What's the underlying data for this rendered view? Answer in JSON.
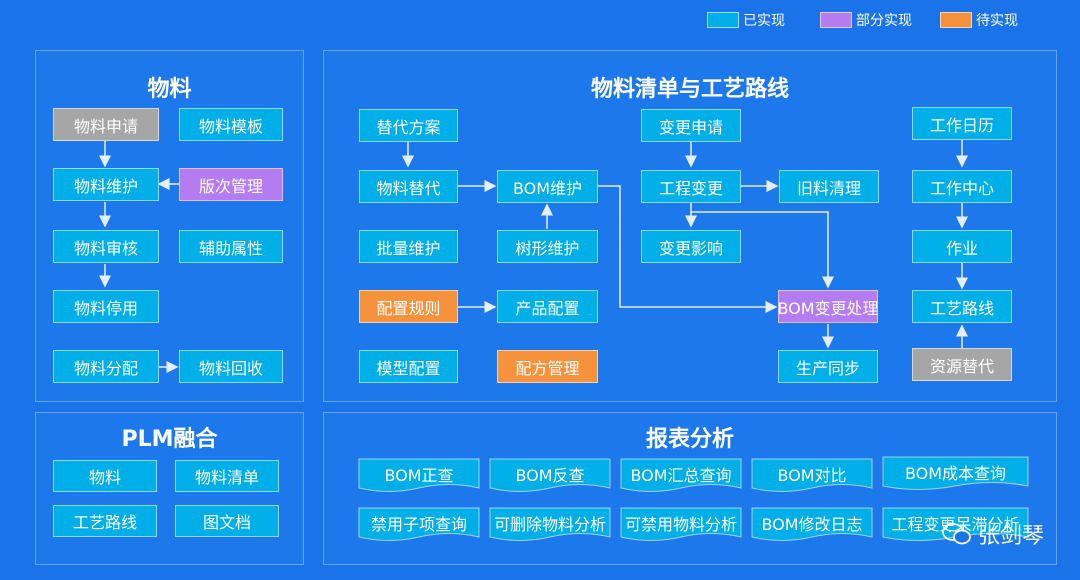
{
  "legend": [
    {
      "label": "已实现",
      "color": "#00aee8"
    },
    {
      "label": "部分实现",
      "color": "#b57cf2"
    },
    {
      "label": "待实现",
      "color": "#f7923c"
    }
  ],
  "panels": {
    "material": {
      "title": "物料",
      "items": [
        "物料申请",
        "物料模板",
        "物料维护",
        "版次管理",
        "物料审核",
        "辅助属性",
        "物料停用",
        "物料分配",
        "物料回收"
      ]
    },
    "bom": {
      "title": "物料清单与工艺路线",
      "items": [
        "替代方案",
        "物料替代",
        "BOM维护",
        "批量维护",
        "树形维护",
        "配置规则",
        "产品配置",
        "模型配置",
        "配方管理",
        "变更申请",
        "工程变更",
        "旧料清理",
        "变更影响",
        "BOM变更处理",
        "生产同步",
        "工作日历",
        "工作中心",
        "作业",
        "工艺路线",
        "资源替代"
      ]
    },
    "plm": {
      "title": "PLM融合",
      "items": [
        "物料",
        "物料清单",
        "工艺路线",
        "图文档"
      ]
    },
    "reports": {
      "title": "报表分析",
      "items": [
        "BOM正查",
        "BOM反查",
        "BOM汇总查询",
        "BOM对比",
        "BOM成本查询",
        "禁用子项查询",
        "可删除物料分析",
        "可禁用物料分析",
        "BOM修改日志",
        "工程变更呆滞分析"
      ]
    }
  },
  "watermark": {
    "text": "张剑琴",
    "icon": "wechat-icon"
  }
}
